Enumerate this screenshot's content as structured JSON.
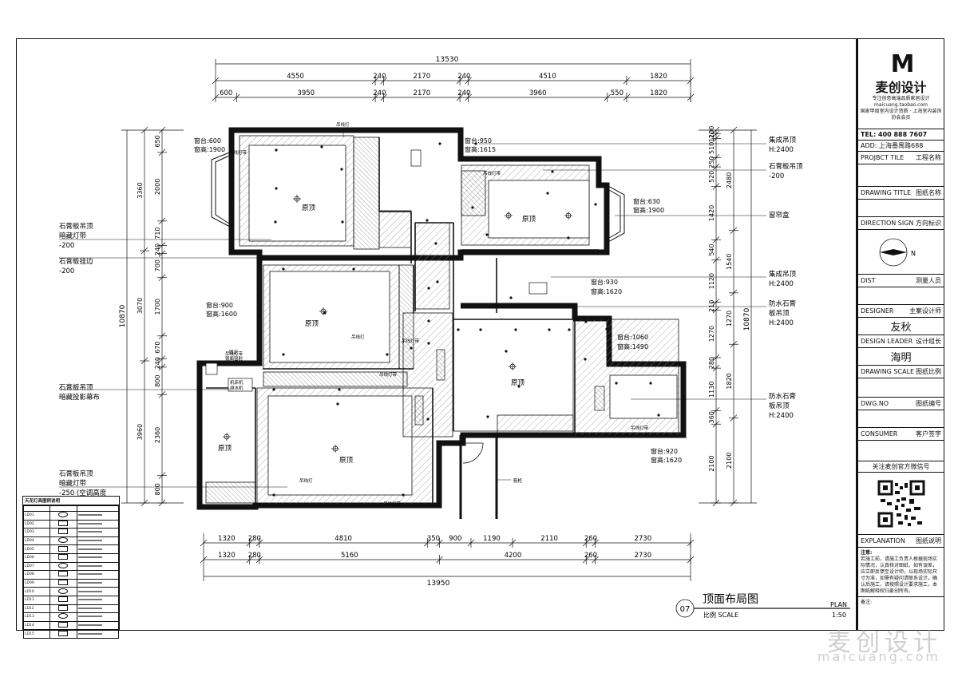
{
  "dims_top": {
    "total": "13530",
    "row1": [
      "4550",
      "240",
      "2170",
      "240",
      "4510",
      "1820"
    ],
    "row2": [
      "600",
      "3950",
      "240",
      "2170",
      "240",
      "3960",
      "550",
      "1820"
    ]
  },
  "dims_bottom": {
    "total": "13950",
    "row1": [
      "1320",
      "280",
      "4810",
      "350",
      "900",
      "1190",
      "2110",
      "260",
      "2730"
    ],
    "row2": [
      "1320",
      "280",
      "5160",
      "4200",
      "260",
      "2730"
    ]
  },
  "dims_left": {
    "total": "10870",
    "outer": [
      "3360",
      "3070",
      "3960"
    ],
    "mid": [
      "650",
      "2000",
      "710",
      "240",
      "700",
      "1700",
      "670",
      "240",
      "800",
      "2360",
      "800"
    ]
  },
  "dims_right": {
    "total": "10870",
    "inner": [
      "100",
      "120",
      "510",
      "250",
      "520",
      "1420",
      "540",
      "1120",
      "210",
      "1270",
      "280",
      "1130",
      "360",
      "2100"
    ],
    "outer": [
      "2480",
      "1540",
      "1270",
      "1820",
      "2100"
    ]
  },
  "rooms": {
    "raw": "原顶",
    "pendant": "吊线灯",
    "strip": "吊线灯带",
    "light_strip": "暗藏灯带",
    "strip_short": "灯带",
    "bay1": "窗台:600",
    "bay1h": "窗高:1900",
    "bay2": "窗台:950",
    "bay2h": "窗高:1615",
    "bay3": "窗台:630",
    "bay3h": "窗高:1900",
    "bay4": "窗台:930",
    "bay4h": "窗高:1620",
    "bay5": "窗台:900",
    "bay5h": "窗高:1600",
    "bay6": "窗台:1060",
    "bay6h": "窗高:1490",
    "bay7": "窗台:920",
    "bay7h": "窗高:1620",
    "shoe": "鞋柜",
    "frame1": "固定",
    "frame2": "镜面窗射",
    "fan1": "机床机",
    "fan2": "排水机"
  },
  "notes_left": [
    {
      "l1": "石膏板吊顶",
      "l2": "暗藏灯带",
      "l3": "-200"
    },
    {
      "l1": "石膏板挂边",
      "l2": "-200",
      "l3": ""
    },
    {
      "l1": "石膏板吊顶",
      "l2": "暗藏投影幕布",
      "l3": ""
    },
    {
      "l1": "石膏板吊顶",
      "l2": "暗藏灯带",
      "l3": "-250 (空调高度"
    }
  ],
  "notes_right": [
    {
      "l1": "集成吊顶",
      "l2": "H:2400"
    },
    {
      "l1": "石膏板吊顶",
      "l2": "-200"
    },
    {
      "l1": "窗帘盒",
      "l2": ""
    },
    {
      "l1": "集成吊顶",
      "l2": "H:2400"
    },
    {
      "l1": "防水石膏",
      "l2": "板吊顶",
      "l3": "H:2400"
    },
    {
      "l1": "防水石膏",
      "l2": "板吊顶",
      "l3": "H:2400"
    }
  ],
  "title": {
    "num": "07",
    "name": "顶面布局图",
    "scale_label": "比例 SCALE",
    "plan": "PLAN",
    "ratio": "1:50"
  },
  "legend": {
    "title": "天花灯具图例说明",
    "codes": [
      "LD01",
      "LD02",
      "LD03",
      "LD04",
      "LD05",
      "LD06",
      "LD07",
      "LD08",
      "LD09",
      "LD10",
      "LD11",
      "LD12",
      "LD13",
      "LD14",
      "LD15"
    ]
  },
  "title_block": {
    "logo_mark": "M",
    "brand": "麦创设计",
    "sub1": "专注创意高端品质家居设计",
    "sub2": "maicuang.taobao.com",
    "sub3": "国家甲级室内设计资质 · 上海室内装饰协会会员",
    "tel": "TEL: 400 888 7607",
    "addr": "ADD: 上海番禺路688",
    "project_title": "PROJBCT TILE",
    "project_name": "工程名称",
    "drawing_title": "DRAWING TITLE",
    "drawing_name": "图纸名称",
    "direction": "DIRECTION SIGN",
    "direction_cn": "方向标识",
    "north": "N",
    "dist": "DIST",
    "dist_cn": "测量人员",
    "designer": "DESIGNER",
    "designer_cn": "主案设计师",
    "designer_name": "友秋",
    "leader": "DESIGN LEADER",
    "leader_cn": "设计组长",
    "leader_name": "海明",
    "scale": "DRAWING SCALE",
    "scale_cn": "图纸比例",
    "dwg": "DWG.NO",
    "dwg_cn": "图纸编号",
    "consumer": "CONSUMER",
    "consumer_cn": "客户签字",
    "follow": "关注麦创官方微信号",
    "explanation": "EXPLANATION",
    "explanation_cn": "图纸说明",
    "note_head": "注意:",
    "note_body": "若施工前，请施工负责人根据现场实际情况，认真核对图纸，如有误差，应立即反馈至设计师，以现场实际尺寸为准，如需有疑问请联系设计，确认后施工，请按照设计要求施工，本图纸解释权归麦创所有。",
    "remark": "备注:"
  },
  "watermark": {
    "cn": "麦创设计",
    "en": "maicuang.com"
  }
}
